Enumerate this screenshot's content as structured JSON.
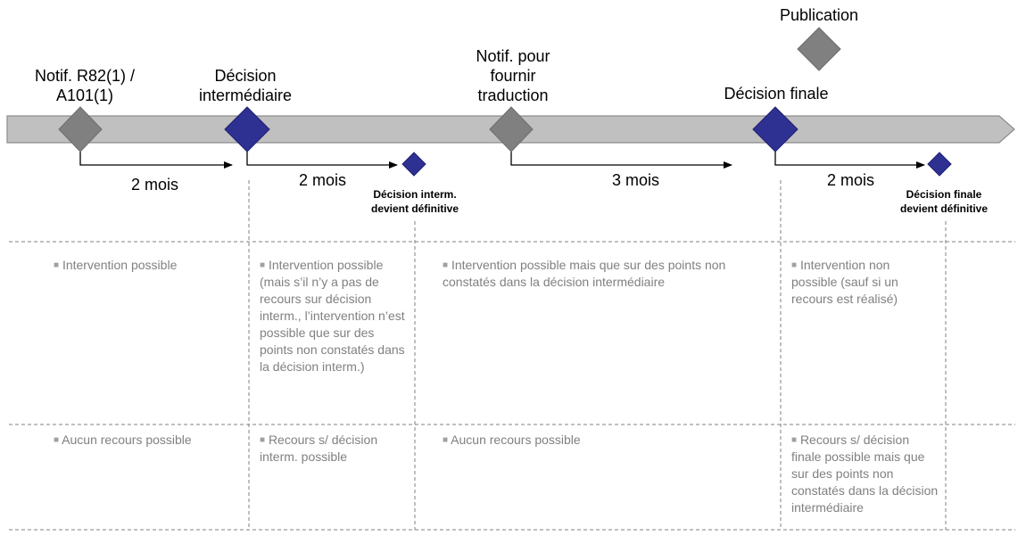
{
  "milestones": [
    {
      "id": "notif-r82",
      "lines": [
        "Notif. R82(1) /",
        "A101(1)"
      ],
      "color": "#808080"
    },
    {
      "id": "decision-intermediaire",
      "lines": [
        "Décision",
        "intermédiaire"
      ],
      "color": "#2e3192"
    },
    {
      "id": "notif-traduction",
      "lines": [
        "Notif. pour",
        "fournir",
        "traduction"
      ],
      "color": "#808080"
    },
    {
      "id": "decision-finale",
      "lines": [
        "Décision finale"
      ],
      "color": "#2e3192"
    },
    {
      "id": "publication",
      "lines": [
        "Publication"
      ],
      "color": "#808080"
    }
  ],
  "durations": [
    "2 mois",
    "2 mois",
    "3 mois",
    "2 mois"
  ],
  "small_milestones": [
    {
      "lines": [
        "Décision interm.",
        "devient définitive"
      ],
      "color": "#2e3192"
    },
    {
      "lines": [
        "Décision finale",
        "devient définitive"
      ],
      "color": "#2e3192"
    }
  ],
  "intervention_row": [
    "Intervention possible",
    "Intervention possible (mais s’il n’y a pas de recours sur décision interm., l’intervention n’est possible que sur des points non constatés dans la décision interm.)",
    "Intervention possible mais que sur des points non constatés dans la décision intermédiaire",
    "Intervention non possible (sauf si un recours est réalisé)"
  ],
  "recours_row": [
    "Aucun recours possible",
    "Recours s/ décision interm. possible",
    "Aucun recours possible",
    "Recours s/ décision finale possible mais que sur des points non constatés dans la décision intermédiaire"
  ],
  "colors": {
    "timeline_bar": "#c0c0c0",
    "timeline_border": "#8c8c8c",
    "milestone_grey": "#808080",
    "milestone_blue": "#2e3192",
    "table_text": "#808080"
  }
}
